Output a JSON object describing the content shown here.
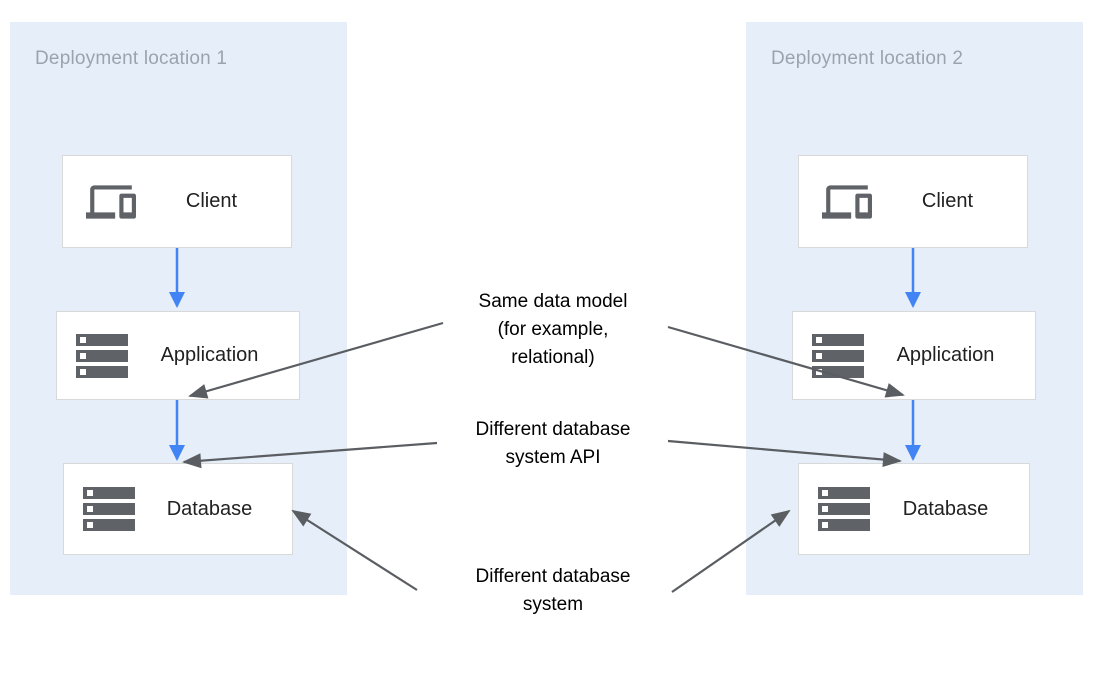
{
  "diagram": {
    "panels": [
      {
        "title": "Deployment location 1",
        "nodes": [
          {
            "label": "Client",
            "icon": "devices-icon"
          },
          {
            "label": "Application",
            "icon": "storage-icon"
          },
          {
            "label": "Database",
            "icon": "storage-icon"
          }
        ]
      },
      {
        "title": "Deployment location 2",
        "nodes": [
          {
            "label": "Client",
            "icon": "devices-icon"
          },
          {
            "label": "Application",
            "icon": "storage-icon"
          },
          {
            "label": "Database",
            "icon": "storage-icon"
          }
        ]
      }
    ],
    "annotations": [
      {
        "lines": [
          "Same data model",
          "(for example,",
          "relational)"
        ]
      },
      {
        "lines": [
          "Different database",
          "system API"
        ]
      },
      {
        "lines": [
          "Different database",
          "system"
        ]
      }
    ],
    "flow": [
      "Client to Application (location 1)",
      "Application to Database (location 1)",
      "Client to Application (location 2)",
      "Application to Database (location 2)"
    ],
    "colors": {
      "panel_background": "#e6eff9",
      "panel_title": "#9aa3ae",
      "node_background": "#ffffff",
      "node_border": "#d9d9d9",
      "node_label": "#212121",
      "icon_gray": "#5f6368",
      "flow_arrow_blue": "#4284f4",
      "annotation_arrow_gray": "#5a5d61",
      "annotation_text": "#000000"
    }
  }
}
